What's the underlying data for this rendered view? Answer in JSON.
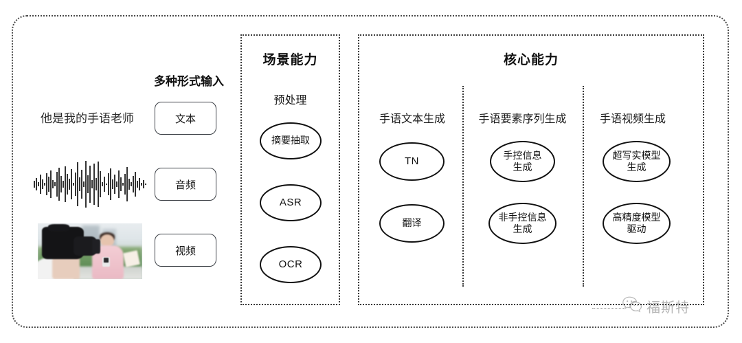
{
  "diagram": {
    "title_visible": false,
    "outer_frame": {
      "style": "dotted-rounded"
    },
    "input_section": {
      "heading": "多种形式输入",
      "sample_sentence": "他是我的手语老师",
      "modalities": [
        {
          "label": "文本",
          "icon": "text-icon"
        },
        {
          "label": "音频",
          "icon": "waveform-icon"
        },
        {
          "label": "视频",
          "icon": "video-thumbnail-icon"
        }
      ]
    },
    "scene_panel": {
      "title": "场景能力",
      "groups": [
        {
          "caption": "预处理",
          "nodes": [
            {
              "label": "摘要抽取",
              "script": "cjk"
            },
            {
              "label": "ASR",
              "script": "latin"
            },
            {
              "label": "OCR",
              "script": "latin"
            }
          ]
        }
      ]
    },
    "core_panel": {
      "title": "核心能力",
      "groups": [
        {
          "caption": "手语文本生成",
          "nodes": [
            {
              "label": "TN",
              "script": "latin"
            },
            {
              "label": "翻译",
              "script": "cjk"
            }
          ]
        },
        {
          "caption": "手语要素序列生成",
          "nodes": [
            {
              "label": "手控信息\n生成",
              "line1": "手控信息",
              "line2": "生成",
              "script": "cjk"
            },
            {
              "label": "非手控信息\n生成",
              "line1": "非手控信息",
              "line2": "生成",
              "script": "cjk"
            }
          ]
        },
        {
          "caption": "手语视频生成",
          "nodes": [
            {
              "label": "超写实模型\n生成",
              "line1": "超写实模型",
              "line2": "生成",
              "script": "cjk"
            },
            {
              "label": "高精度模型\n驱动",
              "line1": "高精度模型",
              "line2": "驱动",
              "script": "cjk"
            }
          ]
        }
      ]
    },
    "watermark": {
      "text": "福斯特",
      "icon": "wechat-icon"
    },
    "colors": {
      "stroke": "#111111",
      "dotted_border": "#3a3a3a",
      "text": "#1a1a1a",
      "background": "#ffffff"
    }
  }
}
